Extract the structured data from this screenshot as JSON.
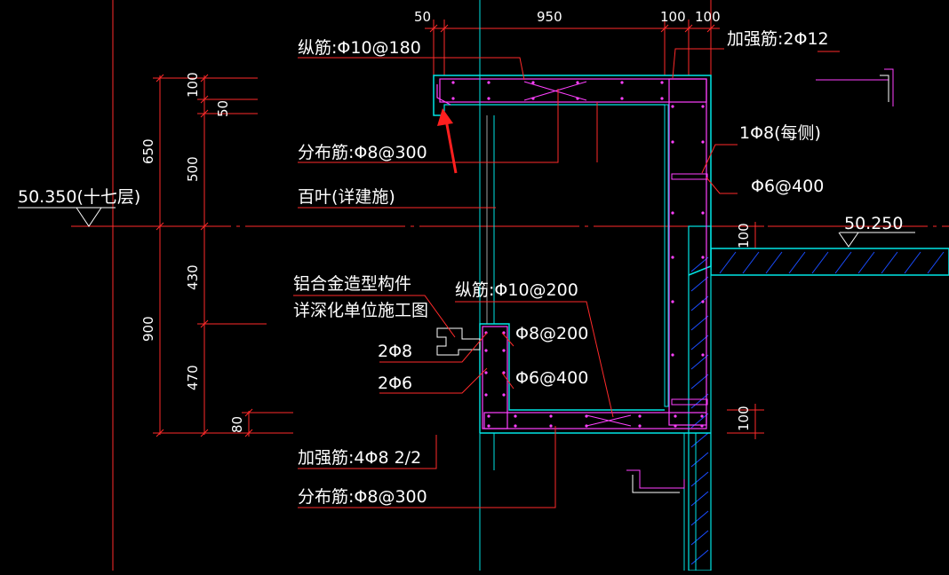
{
  "colors": {
    "background": "#000000",
    "dimension_line": "#ff2a2a",
    "concrete_outline": "#00e5e5",
    "rebar": "#ff40ff",
    "hatch": "#1a4cff",
    "text": "#ffffff",
    "arrow": "#ff1f1f"
  },
  "top_dims": {
    "d1": "50",
    "d2": "950",
    "d3": "100",
    "d4": "100"
  },
  "left_dims": {
    "a100": "100",
    "a50": "50",
    "a500": "500",
    "a650": "650",
    "a430": "430",
    "a470": "470",
    "a900": "900",
    "a80": "80"
  },
  "right_dims": {
    "r100a": "100",
    "r100b": "100"
  },
  "elevations": {
    "left": "50.350(十七层)",
    "right": "50.250"
  },
  "labels": {
    "top_long_bar": "纵筋:Φ10@180",
    "top_strengthen": "加强筋:2Φ12",
    "top_distribution": "分布筋:Φ8@300",
    "louver": "百叶(详建施)",
    "side_bar": "1Φ8(每侧)",
    "side_stirrup": "Φ6@400",
    "aluminum_1": "铝合金造型构件",
    "aluminum_2": "详深化单位施工图",
    "bottom_long_bar": "纵筋:Φ10@200",
    "curb_stirrup_8": "Φ8@200",
    "curb_2phi8": "2Φ8",
    "curb_2phi6": "2Φ6",
    "curb_stirrup_6": "Φ6@400",
    "bottom_strengthen": "加强筋:4Φ8 2/2",
    "bottom_distribution": "分布筋:Φ8@300"
  }
}
